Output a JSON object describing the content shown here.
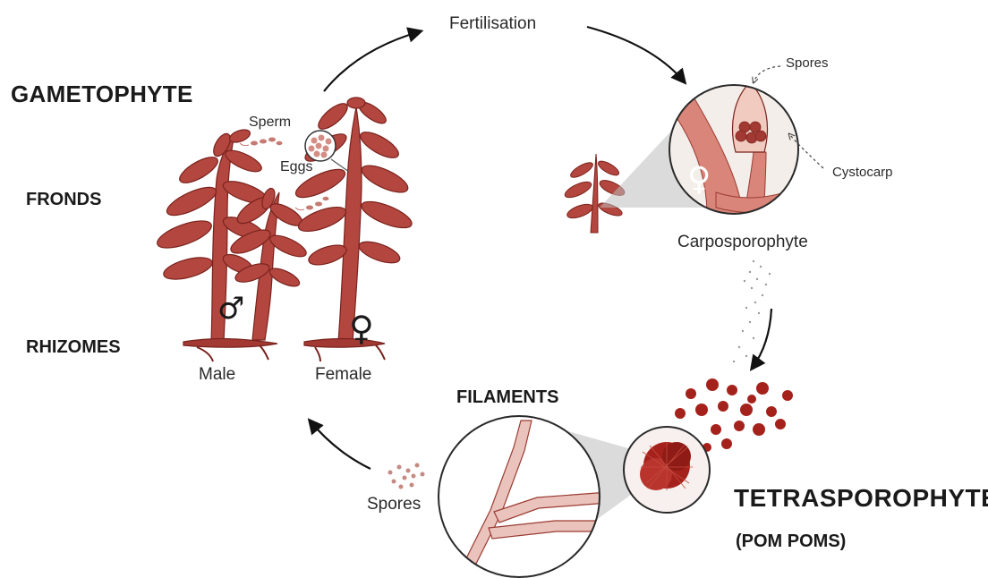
{
  "labels": {
    "gametophyte": "GAMETOPHYTE",
    "fronds": "FRONDS",
    "rhizomes": "RHIZOMES",
    "male": "Male",
    "female": "Female",
    "sperm": "Sperm",
    "eggs": "Eggs",
    "fertilisation": "Fertilisation",
    "spores_top": "Spores",
    "cystocarp": "Cystocarp",
    "carposporophyte": "Carposporophyte",
    "filaments": "FILAMENTS",
    "spores_bottom": "Spores",
    "tetrasporophyte": "TETRASPOROPHYTE",
    "pom_poms": "(POM POMS)",
    "male_symbol": "♂",
    "female_symbol": "♀"
  },
  "colors": {
    "frond": "#b3473f",
    "frond_dark": "#7a221d",
    "tissue": "#d9857a",
    "pompom": "#a5221c",
    "arrow": "#111111"
  }
}
